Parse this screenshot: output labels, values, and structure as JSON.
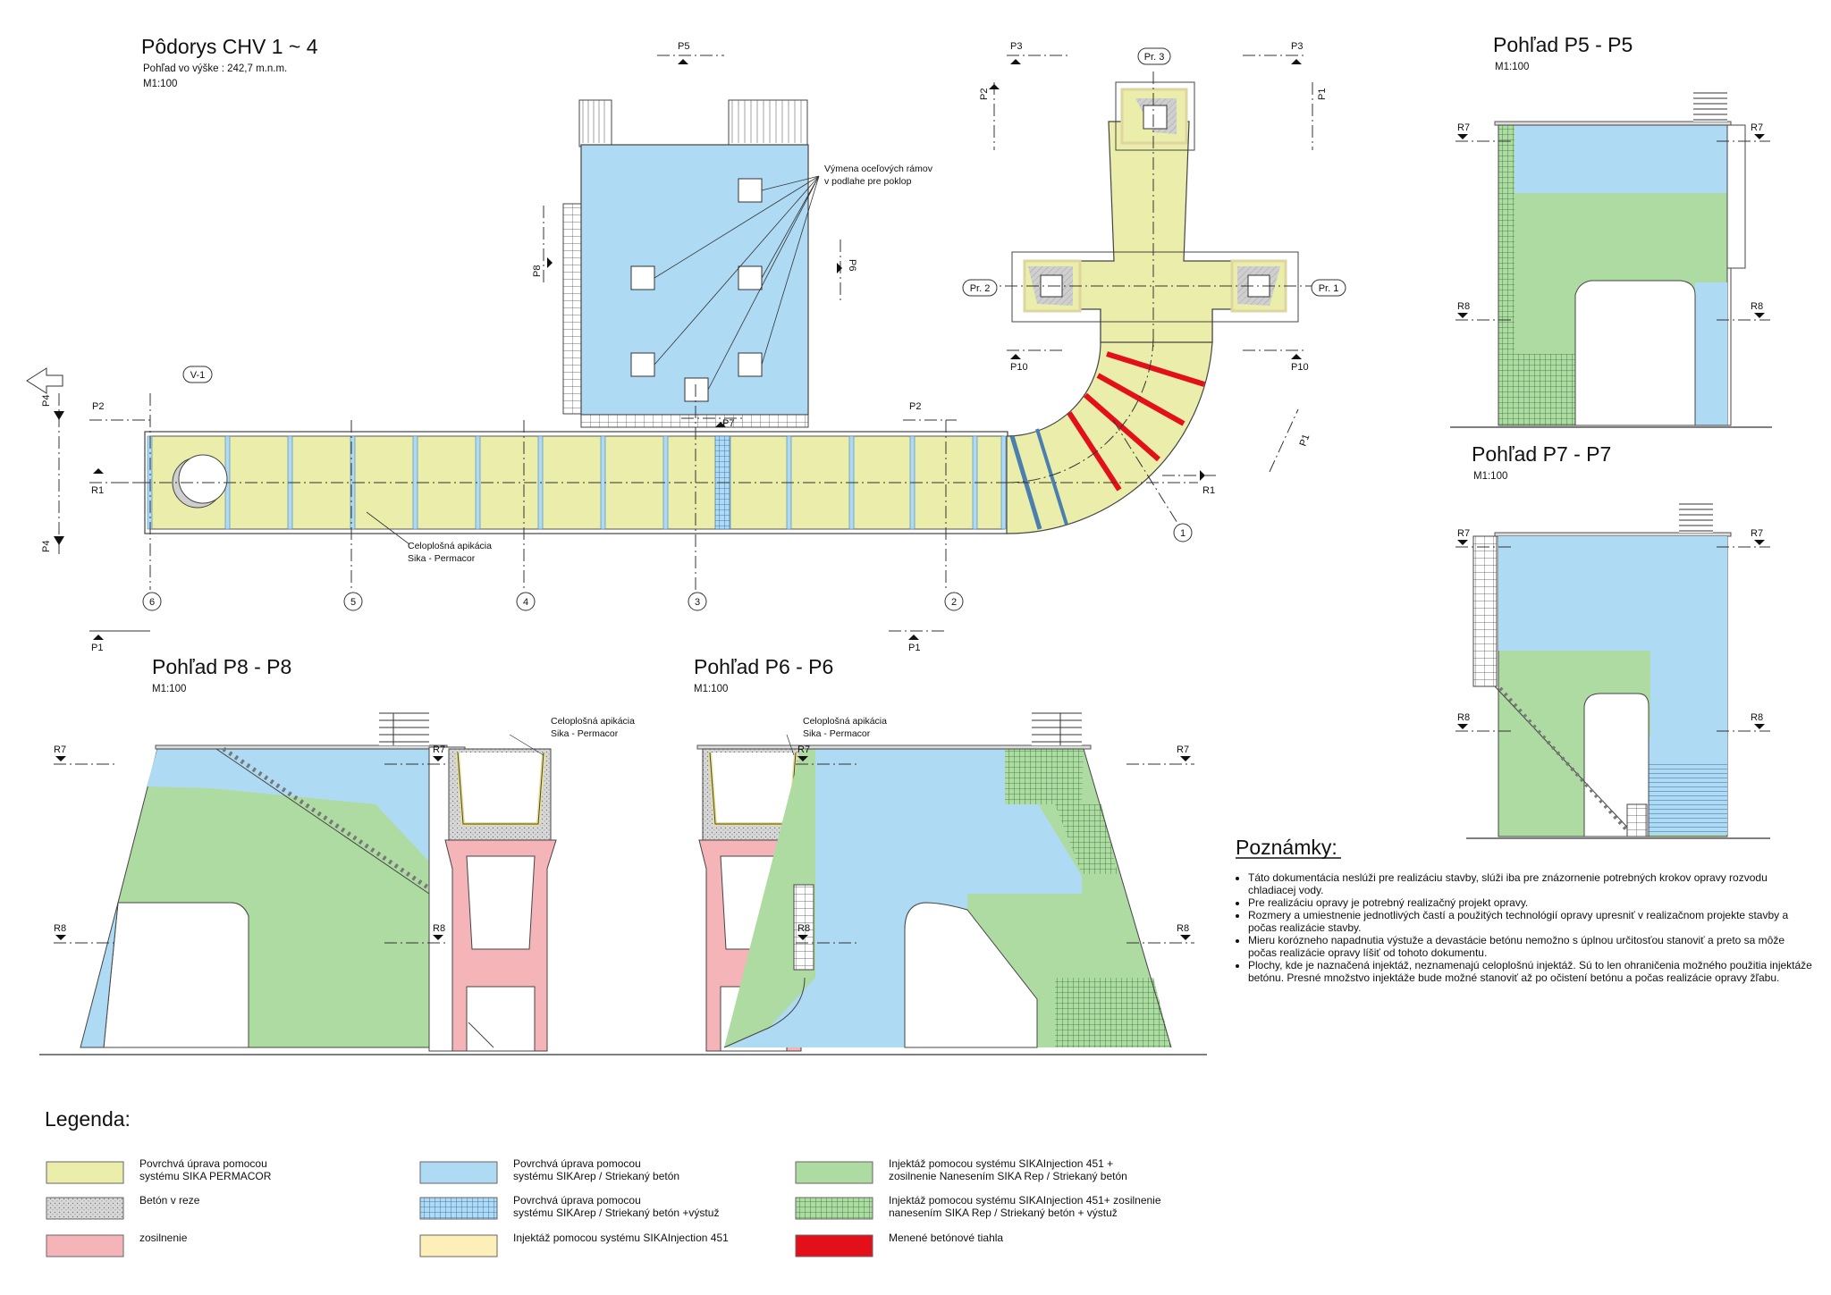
{
  "colors": {
    "yellow": "#eaeeaa",
    "blue": "#aedaf3",
    "green": "#aedba1",
    "grey": "#d8d8d8",
    "pink": "#f5b5b8",
    "cream": "#fdefb8",
    "red": "#e3101a",
    "line": "#333333"
  },
  "plan": {
    "title": "Pôdorys CHV 1 ~ 4",
    "subtitle": "Pohľad vo výške : 242,7 m.n.m.",
    "scale": "M1:100",
    "callout_steel_line1": "Výmena oceľových rámov",
    "callout_steel_line2": "v podlahe pre poklop",
    "callout_apply_line1": "Celoplošná apikácia",
    "callout_apply_line2": "Sika - Permacor",
    "axes": [
      "6",
      "5",
      "4",
      "3",
      "2",
      "1"
    ],
    "bubble_v1": "V-1",
    "bubble_pr1": "Pr. 1",
    "bubble_pr2": "Pr. 2",
    "bubble_pr3": "Pr. 3",
    "sections": {
      "p1": "P1",
      "p2": "P2",
      "p3": "P3",
      "p4": "P4",
      "p5": "P5",
      "p6": "P6",
      "p7": "P7",
      "p8": "P8",
      "p10": "P10",
      "r1": "R1",
      "r7": "R7",
      "r8": "R8"
    }
  },
  "view_p8": {
    "title": "Pohľad P8 - P8",
    "scale": "M1:100",
    "note1": "Celoplošná apikácia",
    "note2": "Sika - Permacor"
  },
  "view_p6": {
    "title": "Pohľad P6 - P6",
    "scale": "M1:100",
    "note1": "Celoplošná apikácia",
    "note2": "Sika - Permacor"
  },
  "view_p5": {
    "title": "Pohľad P5 - P5",
    "scale": "M1:100"
  },
  "view_p7": {
    "title": "Pohľad P7 - P7",
    "scale": "M1:100"
  },
  "notes": {
    "heading": "Poznámky:",
    "items": [
      "Táto dokumentácia neslúži pre realizáciu stavby, slúži iba pre znázornenie potrebných krokov opravy rozvodu chladiacej vody.",
      "Pre realizáciu opravy je potrebný realizačný projekt opravy.",
      "Rozmery a umiestnenie jednotlivých častí a použitých technológií opravy upresniť v realizačnom projekte stavby a počas realizácie stavby.",
      "Mieru korózneho napadnutia výstuže a devastácie betónu nemožno s úplnou určitosťou stanoviť a preto sa môže počas realizácie opravy líšiť od tohoto dokumentu.",
      "Plochy, kde je naznačená injektáž, neznamenajú celoplošnú injektáž. Sú to len ohraničenia možného použitia injektáže betónu. Presné množstvo injektáže bude možné stanoviť až po očistení betónu a počas realizácie opravy žľabu."
    ]
  },
  "legend": {
    "title": "Legenda:",
    "items": [
      {
        "line1": "Povrchvá úprava pomocou",
        "line2": "systému SIKA PERMACOR",
        "color": "#eaeeaa",
        "pattern": "none"
      },
      {
        "line1": "Betón v reze",
        "line2": "",
        "color": "#d8d8d8",
        "pattern": "dots"
      },
      {
        "line1": "zosilnenie",
        "line2": "",
        "color": "#f5b5b8",
        "pattern": "none"
      },
      {
        "line1": "Povrchvá úprava pomocou",
        "line2": "systému SIKArep / Striekaný betón",
        "color": "#aedaf3",
        "pattern": "none"
      },
      {
        "line1": "Povrchvá úprava pomocou",
        "line2": "systému SIKArep / Striekaný betón +výstuž",
        "color": "#aedaf3",
        "pattern": "grid"
      },
      {
        "line1": "Injektáž pomocou systému SIKAInjection 451",
        "line2": "",
        "color": "#fdefb8",
        "pattern": "none"
      },
      {
        "line1": "Injektáž pomocou systému SIKAInjection 451 +",
        "line2": "zosilnenie Nanesením SIKA Rep / Striekaný betón",
        "color": "#aedba1",
        "pattern": "none"
      },
      {
        "line1": "Injektáž pomocou systému SIKAInjection 451+ zosilnenie",
        "line2": "nanesením SIKA Rep / Striekaný betón + výstuž",
        "color": "#aedba1",
        "pattern": "grid"
      },
      {
        "line1": "Menené betónové tiahla",
        "line2": "",
        "color": "#e3101a",
        "pattern": "none"
      }
    ]
  }
}
